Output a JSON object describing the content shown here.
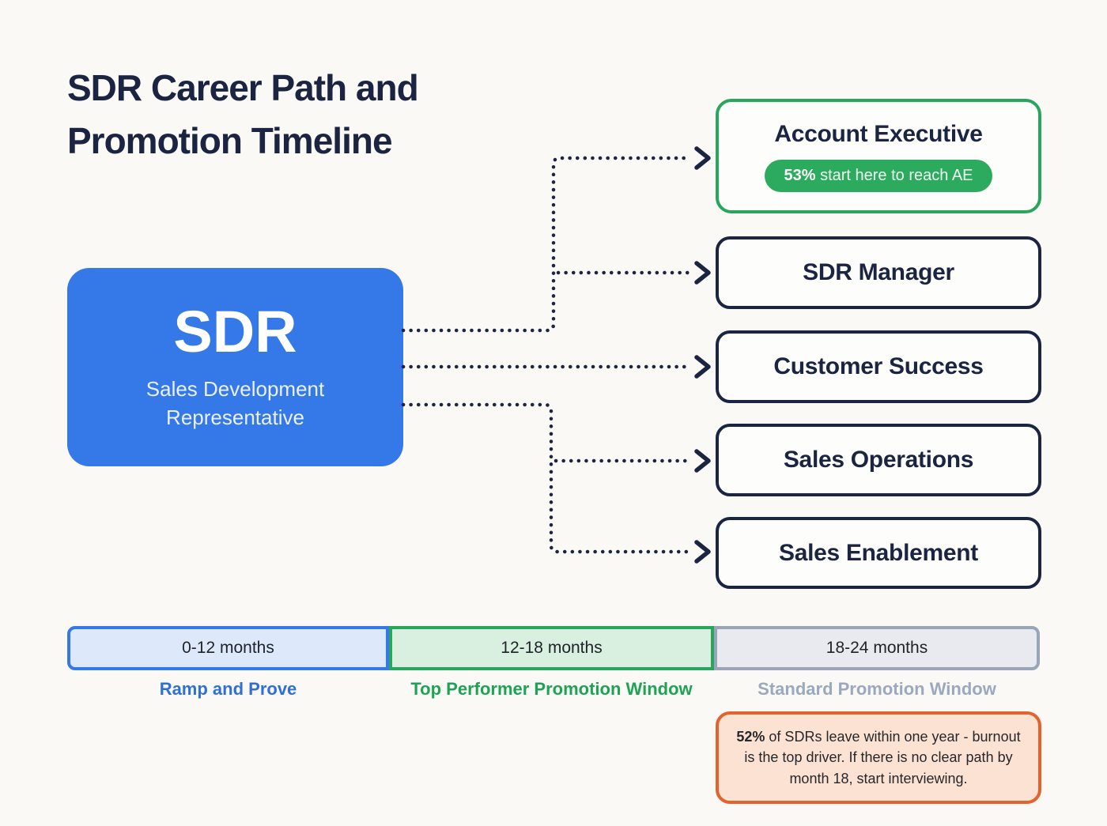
{
  "title": "SDR Career Path and Promotion Timeline",
  "sdr": {
    "abbr": "SDR",
    "full_name": "Sales Development Representative"
  },
  "destinations": [
    {
      "label": "Account Executive",
      "badge": {
        "stat": "53%",
        "rest": " start here to reach AE"
      }
    },
    {
      "label": "SDR Manager"
    },
    {
      "label": "Customer Success"
    },
    {
      "label": "Sales Operations"
    },
    {
      "label": "Sales Enablement"
    }
  ],
  "timeline": {
    "segments": [
      {
        "range": "0-12 months",
        "label": "Ramp and Prove"
      },
      {
        "range": "12-18 months",
        "label": "Top Performer Promotion Window"
      },
      {
        "range": "18-24 months",
        "label": "Standard Promotion Window"
      }
    ]
  },
  "note": {
    "stat": "52%",
    "rest": " of SDRs leave within one year - burnout is the top driver. If there is no clear path by month 18, start interviewing."
  },
  "colors": {
    "bg": "#faf9f6",
    "navy": "#1b2440",
    "blue": "#3579e8",
    "blue-fill": "#dde8fb",
    "blue-label": "#2e6fd8",
    "green": "#2aa55c",
    "badge-green": "#2cab5e",
    "green-fill": "#d9efdf",
    "green-label": "#1da354",
    "gray": "#9aa5b8",
    "gray-fill": "#e8eaf0",
    "gray-label": "#9aa8c0",
    "orange": "#e4622d",
    "orange-fill": "#fbe2d2",
    "card-bg": "#fdfdfc"
  }
}
